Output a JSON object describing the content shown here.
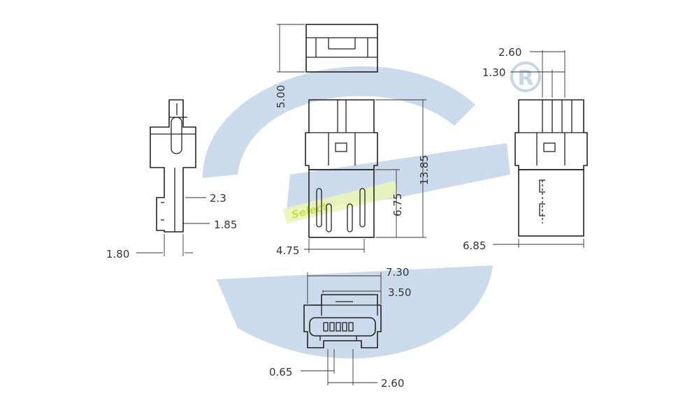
{
  "watermark": {
    "brand_text": "Select",
    "registered_mark": "R",
    "colors": {
      "swoosh": "#c6d7ea",
      "brand": "#c8e04a"
    }
  },
  "dimensions": {
    "side_pin_offset": "2.3",
    "side_pin_thickness": "1.85",
    "side_body_width": "1.80",
    "top_height": "5.00",
    "front_length": "13.85",
    "front_insert_length": "6.75",
    "front_insert_width": "4.75",
    "right_width": "6.85",
    "right_pitch_a": "2.60",
    "right_pitch_b": "1.30",
    "bottom_width": "7.30",
    "bottom_inner_width": "3.50",
    "bottom_pin_pitch": "0.65",
    "bottom_pin_span": "2.60"
  }
}
